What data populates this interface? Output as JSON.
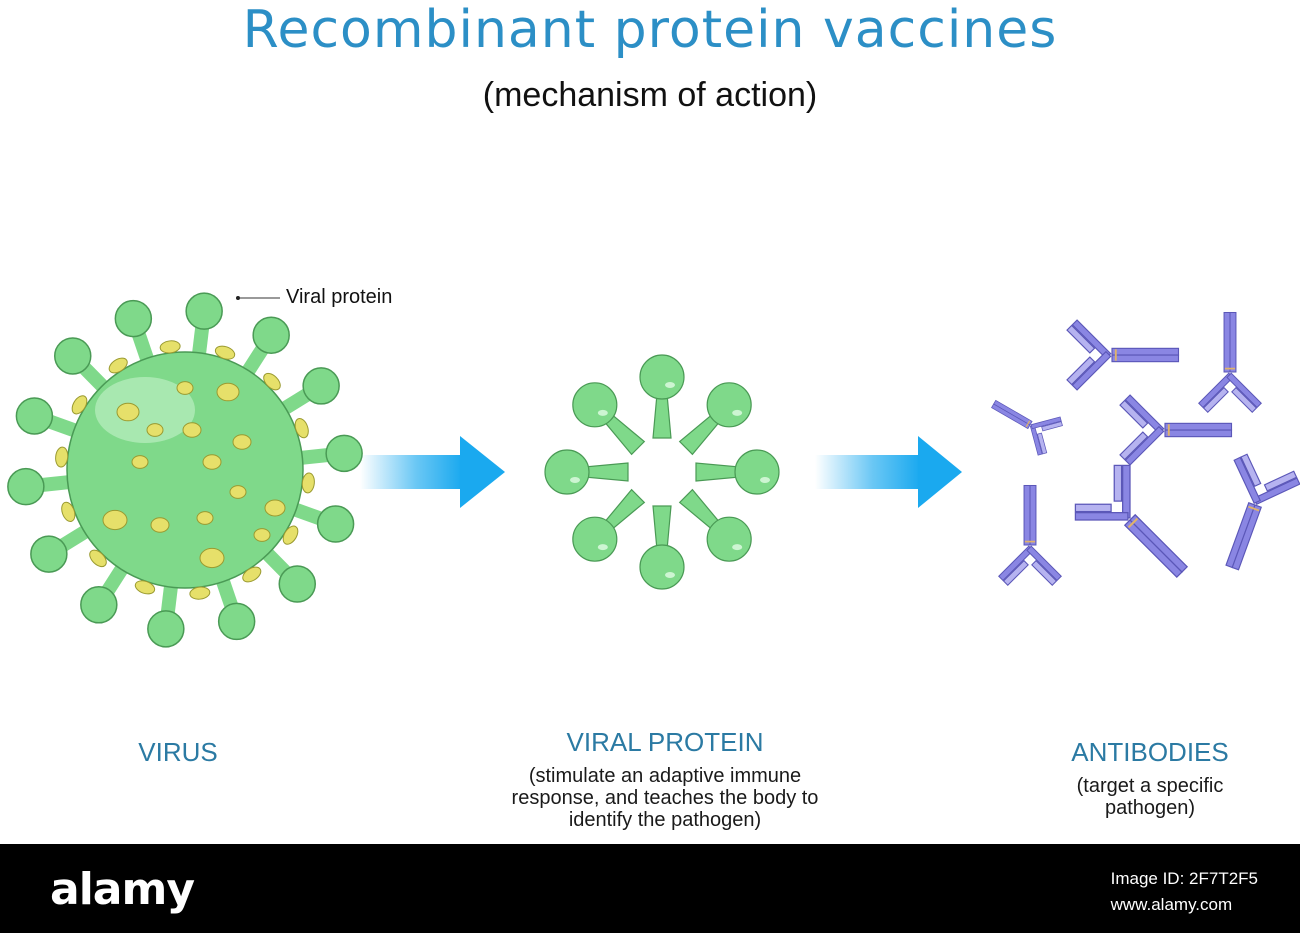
{
  "title": "Recombinant protein vaccines",
  "subtitle": "(mechanism of action)",
  "callout": "Viral protein",
  "stages": [
    {
      "label": "VIRUS",
      "description": ""
    },
    {
      "label": "VIRAL PROTEIN",
      "description": "(stimulate an adaptive immune response, and teaches the body to identify the pathogen)"
    },
    {
      "label": "ANTIBODIES",
      "description": "(target a specific pathogen)"
    }
  ],
  "footer": {
    "brand": "alamy",
    "image_id": "Image ID: 2F7T2F5",
    "url": "www.alamy.com"
  },
  "colors": {
    "title": "#2c8fc6",
    "label": "#2b7aa3",
    "virus": "#7fd98a",
    "virus_outline": "#4a9a55",
    "protein_spot": "#e6e06a",
    "arrow": "#1aa9ef",
    "antibody": "#8a86e3"
  },
  "icons": [
    "virus-icon",
    "viral-protein-icon",
    "antibody-icon",
    "arrow-right-icon"
  ]
}
